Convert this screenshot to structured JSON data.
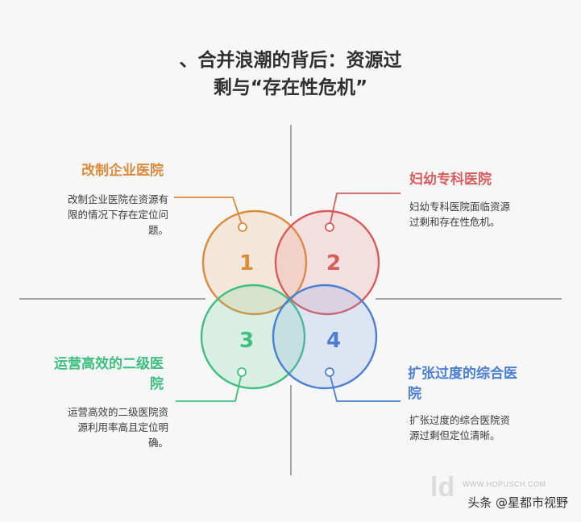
{
  "title_line1": "、合并浪潮的背后：资源过",
  "title_line2": "剩与“存在性危机”",
  "items": [
    {
      "number": "1",
      "heading": "改制企业医院",
      "body": [
        "改制企业医院在资源有",
        "限的情况下存在定位问",
        "题。"
      ],
      "color": "#dc8a3c"
    },
    {
      "number": "2",
      "heading": "妇幼专科医院",
      "body": [
        "妇幼专科医院面临资源",
        "过剩和存在性危机。"
      ],
      "color": "#d95c5c"
    },
    {
      "number": "3",
      "heading_lines": [
        "运营高效的二级医",
        "院"
      ],
      "body": [
        "运营高效的二级医院资",
        "源利用率高且定位明",
        "确。"
      ],
      "color": "#3fbf7f"
    },
    {
      "number": "4",
      "heading_lines": [
        "扩张过度的综合医",
        "院"
      ],
      "body": [
        "扩张过度的综合医院资",
        "源过剩但定位清晰。"
      ],
      "color": "#4a7fd4"
    }
  ],
  "watermark": {
    "url": "WWW.HOPUSCH.COM",
    "mark": "ld"
  },
  "brand": "头条 @星都市视野"
}
